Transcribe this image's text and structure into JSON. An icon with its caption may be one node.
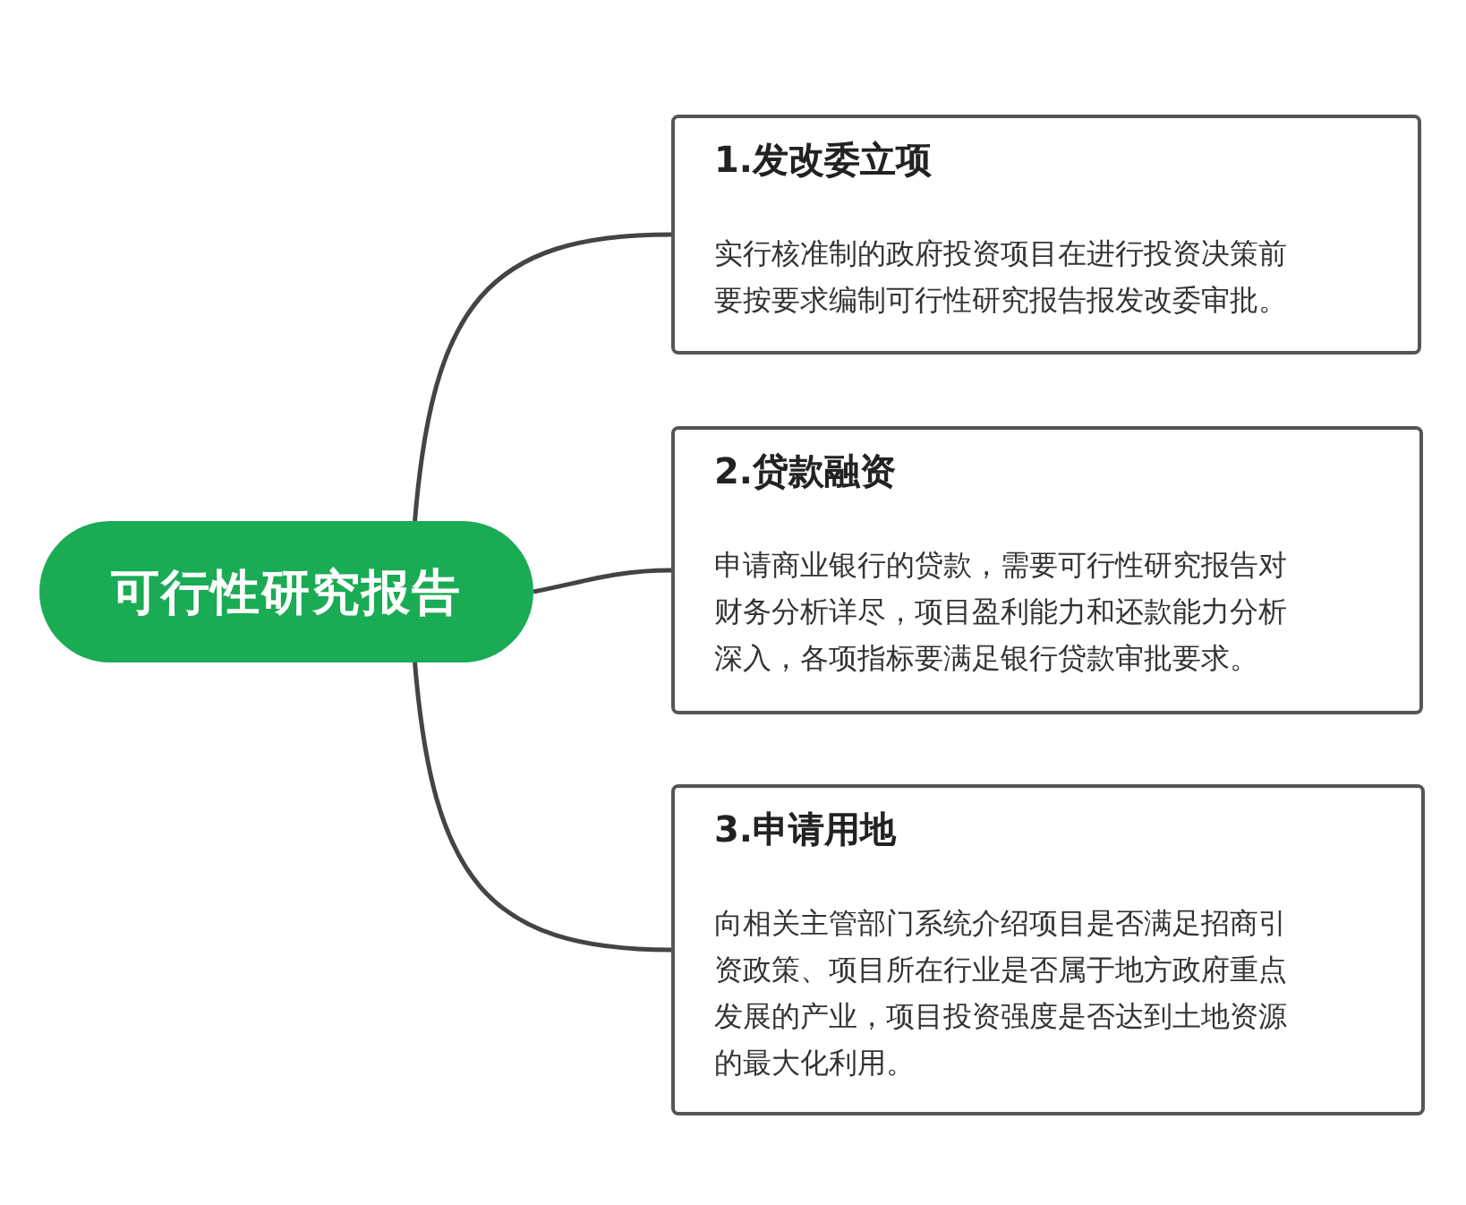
{
  "diagram": {
    "nodes": [
      {
        "text": [
          "可行性研究报告"
        ]
      },
      {
        "text": [
          "1.发改委立项",
          "实行核准制的政府投资项目在进行投资决策前要按要求编制可行性研究报告报发改委审批。"
        ]
      },
      {
        "text": [
          "2.贷款融资",
          "申请商业银行的贷款，需要可行性研究报告对财务分析详尽，项目盈利能力和还款能力分析深入，各项指标要满足银行贷款审批要求。"
        ]
      },
      {
        "text": [
          "3.申请用地",
          "向相关主管部门系统介绍项目是否满足招商引资政策、项目所在行业是否属于地方政府重点发展的产业，项目投资强度是否达到土地资源的最大化利用。"
        ]
      }
    ],
    "edges": [
      {
        "from": 0,
        "to": 1,
        "arrow": "none"
      },
      {
        "from": 0,
        "to": 2,
        "arrow": "none"
      },
      {
        "from": 0,
        "to": 3,
        "arrow": "none"
      }
    ]
  }
}
